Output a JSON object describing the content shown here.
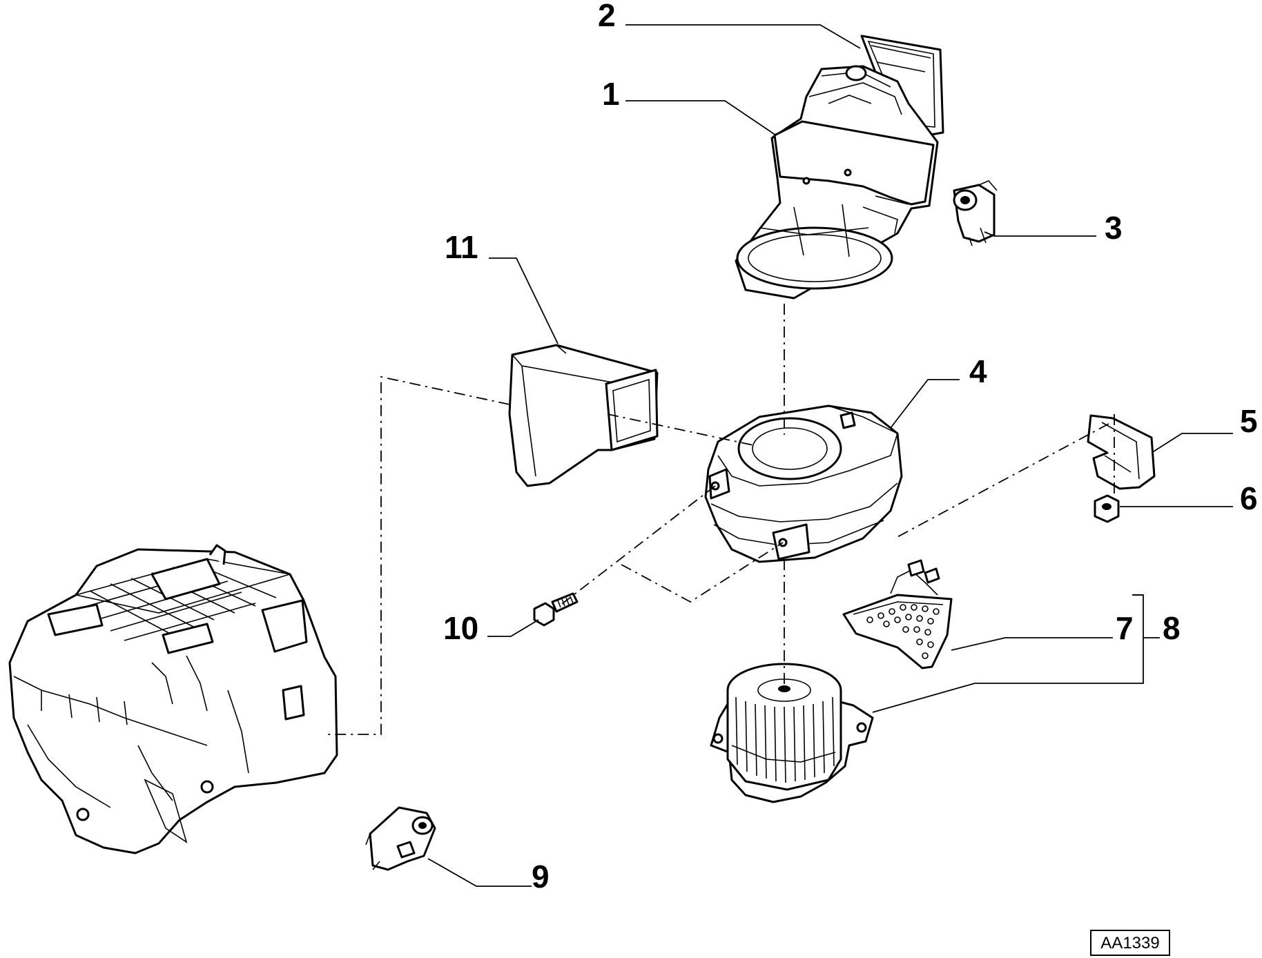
{
  "callouts": {
    "c1": "1",
    "c2": "2",
    "c3": "3",
    "c4": "4",
    "c5": "5",
    "c6": "6",
    "c7": "7",
    "c8": "8",
    "c9": "9",
    "c10": "10",
    "c11": "11"
  },
  "reference_code": "AA1339"
}
